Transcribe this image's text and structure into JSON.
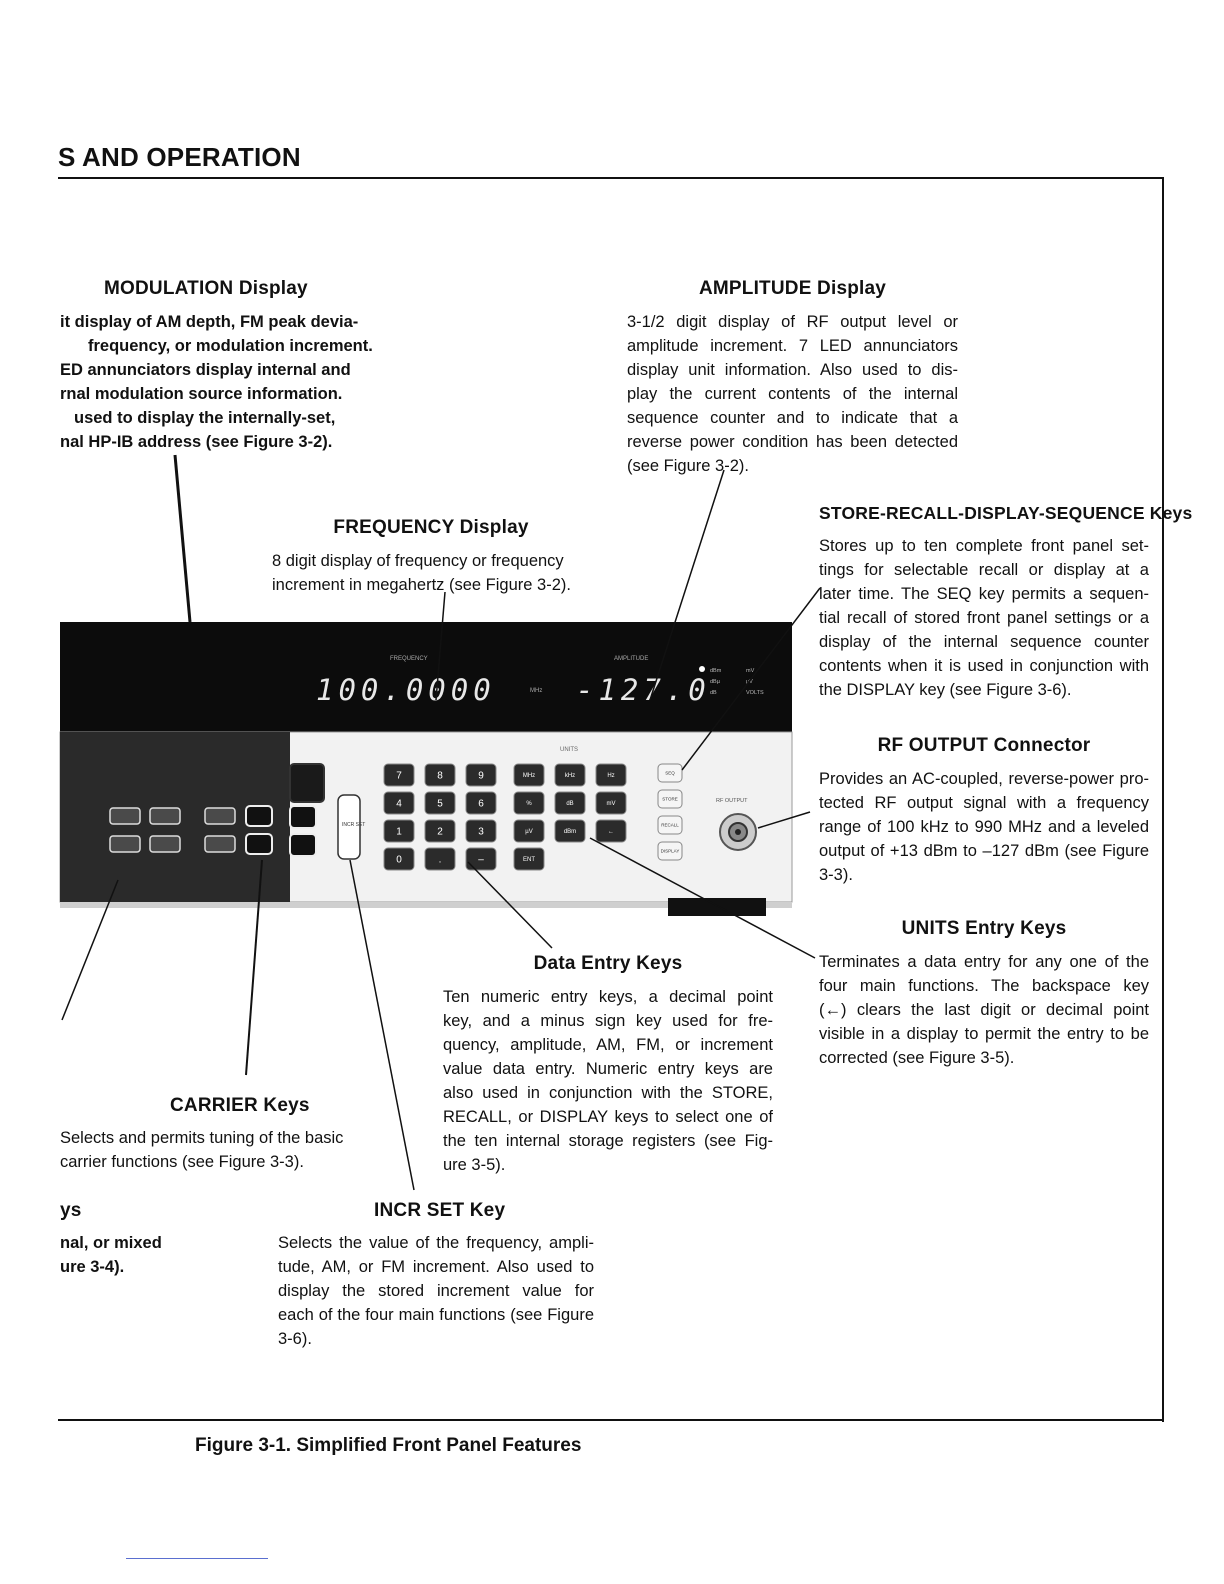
{
  "header": {
    "title": "S AND OPERATION"
  },
  "callouts": {
    "modulation_display": {
      "heading": "MODULATION Display",
      "lines": [
        "it display of AM depth, FM peak devia-",
        "frequency, or modulation increment.",
        "ED annunciators display internal and",
        "rnal modulation source information.",
        "used to display the internally-set,",
        "nal HP-IB address (see Figure 3-2)."
      ]
    },
    "amplitude_display": {
      "heading": "AMPLITUDE Display",
      "lines": [
        "3-1/2 digit display of RF output level or",
        "amplitude increment. 7 LED annunciators",
        "display unit information. Also used to dis-",
        "play the current contents of the internal",
        "sequence counter and to indicate that a",
        "reverse power condition has been detected",
        "(see Figure 3-2)."
      ]
    },
    "frequency_display": {
      "heading": "FREQUENCY Display",
      "lines": [
        "8 digit display of frequency or frequency",
        "increment in megahertz (see Figure 3-2)."
      ]
    },
    "store_recall_keys": {
      "heading": "STORE-RECALL-DISPLAY-SEQUENCE Keys",
      "lines": [
        "Stores up to ten complete front panel set-",
        "tings for selectable recall or display at a",
        "later time. The SEQ key permits a sequen-",
        "tial recall of stored front panel settings or a",
        "display of the internal sequence counter",
        "contents when it is used in conjunction with",
        "the DISPLAY key (see Figure 3-6)."
      ]
    },
    "rf_output_connector": {
      "heading": "RF OUTPUT Connector",
      "lines": [
        "Provides an AC-coupled, reverse-power pro-",
        "tected RF output signal with a frequency",
        "range of 100 kHz to 990 MHz and a leveled",
        "output of +13 dBm to –127 dBm (see Figure",
        "3-3)."
      ]
    },
    "units_entry_keys": {
      "heading": "UNITS Entry Keys",
      "lines": [
        "Terminates a data entry for any one of the",
        "four main functions. The backspace key",
        "(←) clears the last digit or decimal point",
        "visible in a display to permit the entry to be",
        "corrected (see Figure 3-5)."
      ]
    },
    "data_entry_keys": {
      "heading": "Data Entry Keys",
      "lines": [
        "Ten numeric entry keys, a decimal point",
        "key, and a minus sign key used for fre-",
        "quency, amplitude, AM, FM, or increment",
        "value data entry. Numeric entry keys are",
        "also used in conjunction with the STORE,",
        "RECALL, or DISPLAY keys to select one of",
        "the ten internal storage registers (see Fig-",
        "ure 3-5)."
      ]
    },
    "carrier_keys": {
      "heading": "CARRIER Keys",
      "lines": [
        "Selects and permits tuning of the basic",
        "carrier functions (see Figure 3-3)."
      ]
    },
    "modulation_keys_fragment": {
      "heading": "ys",
      "lines": [
        "nal, or mixed",
        "ure 3-4)."
      ]
    },
    "incr_set_key": {
      "heading": "INCR SET Key",
      "lines": [
        "Selects the value of the frequency, ampli-",
        "tude, AM, or FM increment. Also used to",
        "display the stored increment value for",
        "each of the four main functions (see Figure",
        "3-6)."
      ]
    }
  },
  "panel": {
    "frequency_label": "FREQUENCY",
    "frequency_readout": "100.0000",
    "mhz_label": "MHz",
    "amplitude_label": "AMPLITUDE",
    "amplitude_readout": "-127.0",
    "annunciators": [
      "dBm",
      "dBµ",
      "dB",
      "mV",
      "µV",
      "VOLTS"
    ],
    "units_label": "UNITS",
    "incr_set_label": "INCR SET",
    "numeric_keys": [
      "7",
      "8",
      "9",
      "4",
      "5",
      "6",
      "1",
      "2",
      "3",
      "0",
      ".",
      "–"
    ],
    "unit_keys": [
      "MHz",
      "kHz",
      "Hz",
      "%",
      "dB",
      "mV",
      "µV",
      "dBm",
      "←",
      "ENT"
    ],
    "memory_keys": [
      "SEQ",
      "STORE",
      "RECALL",
      "DISPLAY"
    ],
    "rf_output_label": "RF OUTPUT"
  },
  "figure_caption": "Figure 3-1. Simplified Front Panel Features"
}
